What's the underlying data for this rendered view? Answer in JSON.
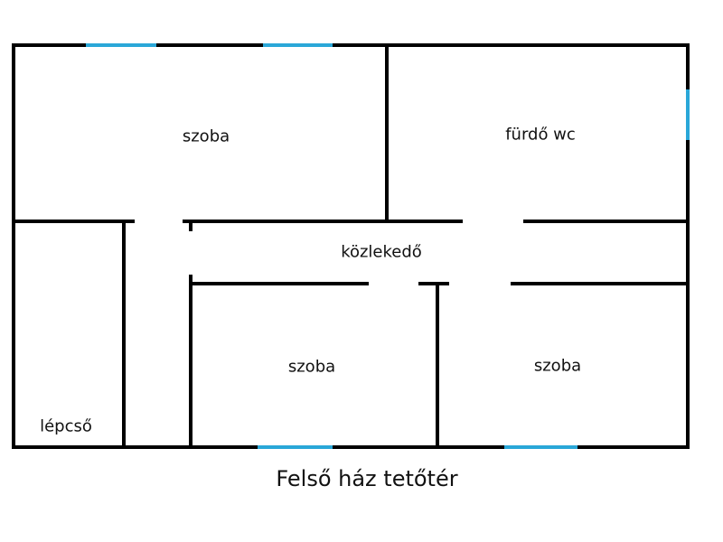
{
  "plan": {
    "title": "Felső ház tetőtér",
    "rooms": [
      {
        "label": "szoba"
      },
      {
        "label": "fürdő  wc"
      },
      {
        "label": "közlekedő"
      },
      {
        "label": "szoba"
      },
      {
        "label": "szoba"
      },
      {
        "label": "lépcső"
      }
    ]
  },
  "colors": {
    "wall": "#000000",
    "window": "#2aa7d8"
  }
}
